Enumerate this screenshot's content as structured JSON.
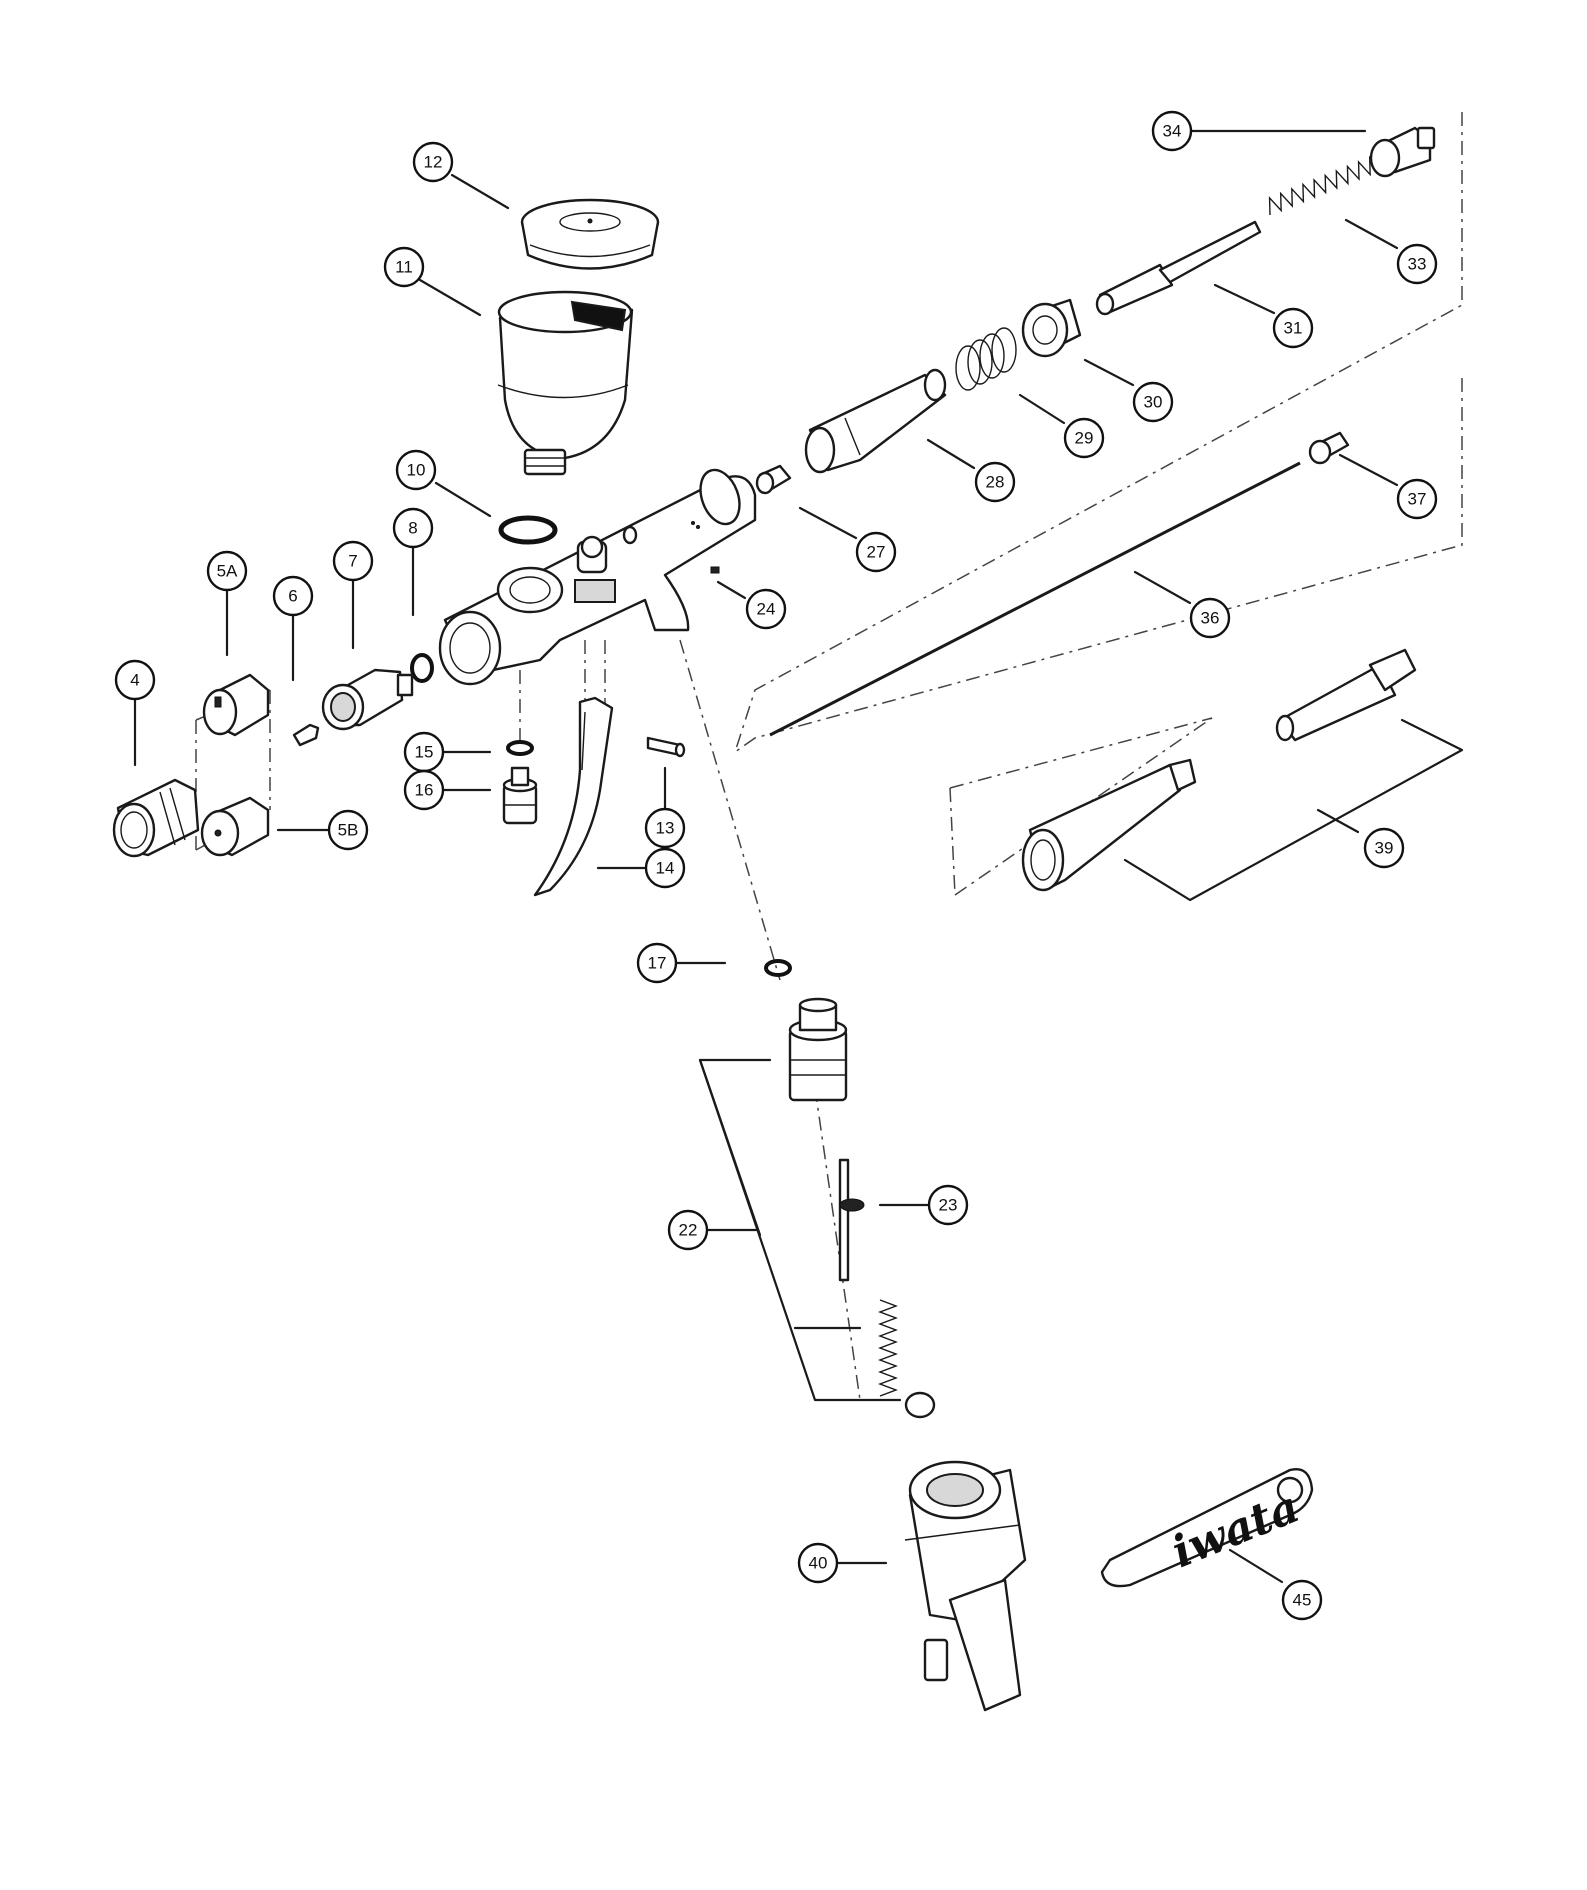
{
  "callouts": [
    "34",
    "12",
    "33",
    "11",
    "31",
    "30",
    "29",
    "28",
    "10",
    "8",
    "37",
    "27",
    "7",
    "5A",
    "6",
    "24",
    "36",
    "4",
    "15",
    "16",
    "13",
    "5B",
    "39",
    "14",
    "17",
    "23",
    "22",
    "40",
    "45"
  ],
  "logo_text": "iwata",
  "colors": {
    "line": "#1a1a1a",
    "background": "#ffffff"
  }
}
